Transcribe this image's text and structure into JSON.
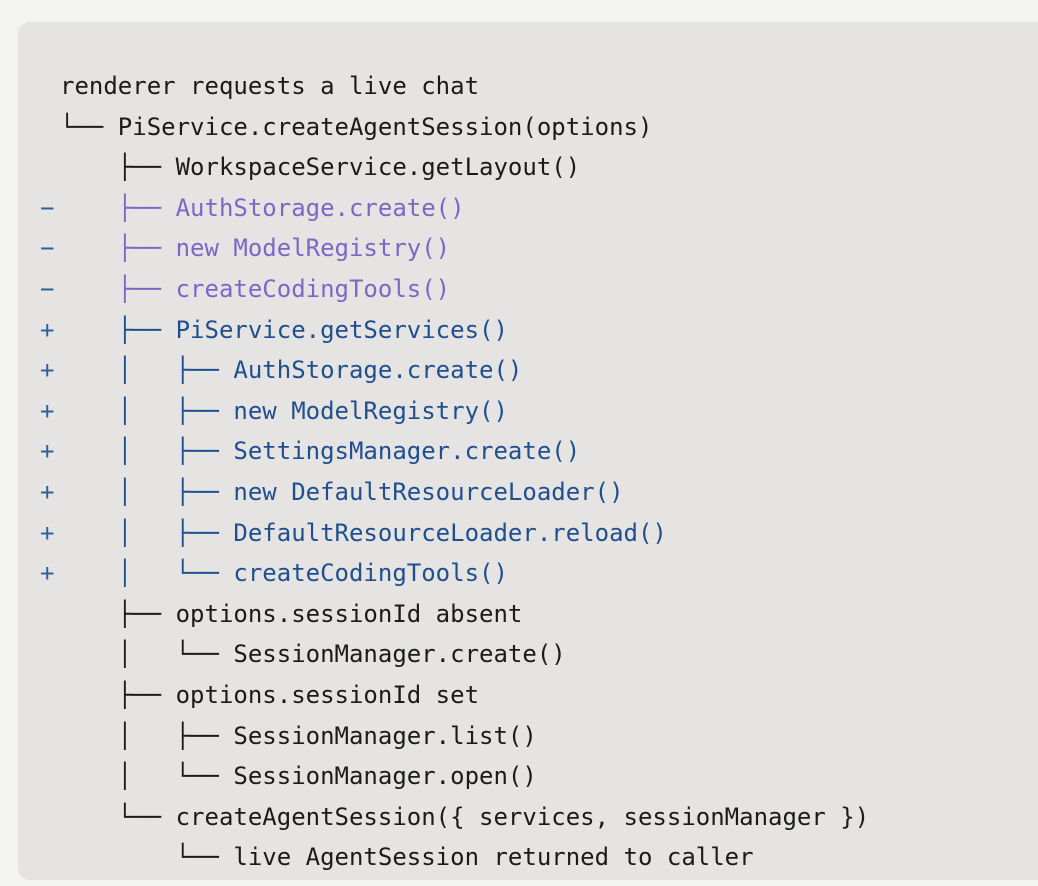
{
  "diff": {
    "lines": [
      {
        "type": "ctx",
        "marker": "",
        "text": "renderer requests a live chat"
      },
      {
        "type": "ctx",
        "marker": "",
        "text": "└── PiService.createAgentSession(options)"
      },
      {
        "type": "ctx",
        "marker": "",
        "text": "    ├── WorkspaceService.getLayout()"
      },
      {
        "type": "del",
        "marker": "−",
        "text": "    ├── AuthStorage.create()"
      },
      {
        "type": "del",
        "marker": "−",
        "text": "    ├── new ModelRegistry()"
      },
      {
        "type": "del",
        "marker": "−",
        "text": "    ├── createCodingTools()"
      },
      {
        "type": "add",
        "marker": "+",
        "text": "    ├── PiService.getServices()"
      },
      {
        "type": "add",
        "marker": "+",
        "text": "    │   ├── AuthStorage.create()"
      },
      {
        "type": "add",
        "marker": "+",
        "text": "    │   ├── new ModelRegistry()"
      },
      {
        "type": "add",
        "marker": "+",
        "text": "    │   ├── SettingsManager.create()"
      },
      {
        "type": "add",
        "marker": "+",
        "text": "    │   ├── new DefaultResourceLoader()"
      },
      {
        "type": "add",
        "marker": "+",
        "text": "    │   ├── DefaultResourceLoader.reload()"
      },
      {
        "type": "add",
        "marker": "+",
        "text": "    │   └── createCodingTools()"
      },
      {
        "type": "ctx",
        "marker": "",
        "text": "    ├── options.sessionId absent"
      },
      {
        "type": "ctx",
        "marker": "",
        "text": "    │   └── SessionManager.create()"
      },
      {
        "type": "ctx",
        "marker": "",
        "text": "    ├── options.sessionId set"
      },
      {
        "type": "ctx",
        "marker": "",
        "text": "    │   ├── SessionManager.list()"
      },
      {
        "type": "ctx",
        "marker": "",
        "text": "    │   └── SessionManager.open()"
      },
      {
        "type": "ctx",
        "marker": "",
        "text": "    └── createAgentSession({ services, sessionManager })"
      },
      {
        "type": "ctx",
        "marker": "",
        "text": "        └── live AgentSession returned to caller"
      }
    ]
  },
  "colors": {
    "context": "#1b1b1b",
    "removed": "#7b68c4",
    "added": "#1f4f8e",
    "panel": "#e5e4e3"
  }
}
